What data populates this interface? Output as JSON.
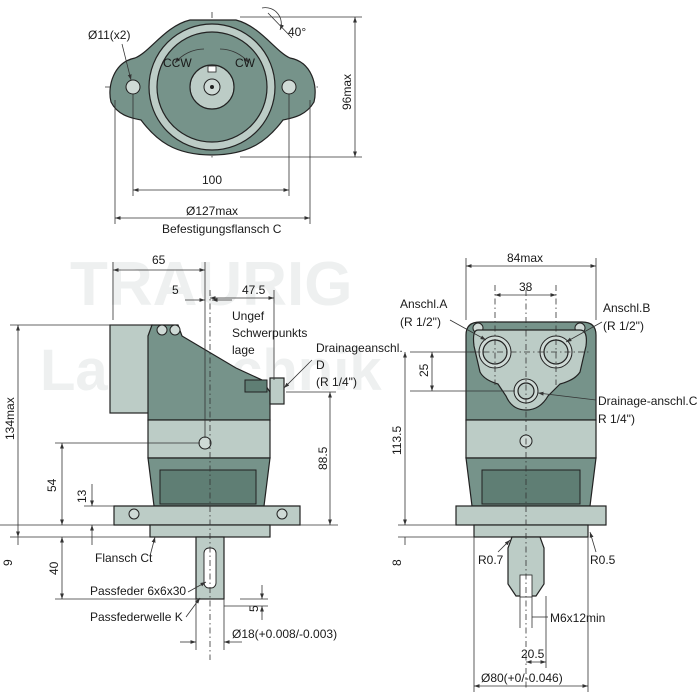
{
  "watermark": {
    "line1": "TRAURIG",
    "line2": "Landtechnik"
  },
  "top_view": {
    "holes": "Ø11(x2)",
    "angle": "40°",
    "ccw": "CCW",
    "cw": "CW",
    "height": "96max",
    "bolt_distance": "100",
    "flange_diameter": "Ø127max",
    "flange_caption": "Befestigungsflansch C"
  },
  "side_view": {
    "dim_65": "65",
    "dim_5": "5",
    "dim_47_5": "47.5",
    "cog_line1": "Ungef",
    "cog_line2": "Schwerpunkts",
    "cog_line3": "lage",
    "drain_line1": "Drainageanschl.",
    "drain_line2": "D",
    "drain_line3": "(R 1/4\")",
    "dim_134": "134max",
    "dim_88_5": "88.5",
    "dim_54": "54",
    "dim_13": "13",
    "dim_9": "9",
    "dim_40": "40",
    "dim_5b": "5",
    "flange": "Flansch Ct",
    "key": "Passfeder 6x6x30",
    "shaft": "Passfederwelle K",
    "shaft_diameter": "Ø18(+0.008/-0.003)"
  },
  "front_view": {
    "width": "84max",
    "ports_distance": "38",
    "port_a_line1": "Anschl.A",
    "port_a_line2": "(R 1/2\")",
    "port_b_line1": "Anschl.B",
    "port_b_line2": "(R 1/2\")",
    "dim_25": "25",
    "dim_113_5": "113.5",
    "drain_c_line1": "Drainage-anschl.C",
    "drain_c_line2": "R 1/4\")",
    "dim_8": "8",
    "r07": "R0.7",
    "r05": "R0.5",
    "thread": "M6x12min",
    "dim_20_5": "20.5",
    "pilot": "Ø80(+0/-0.046)"
  }
}
